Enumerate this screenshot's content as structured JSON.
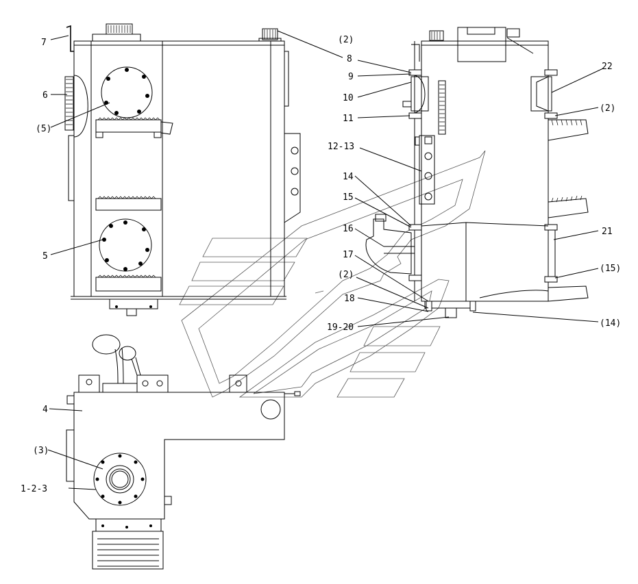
{
  "diagram": {
    "labels": [
      {
        "id": "7",
        "text": "7"
      },
      {
        "id": "6",
        "text": "6"
      },
      {
        "id": "5a",
        "text": "(5)"
      },
      {
        "id": "5",
        "text": "5"
      },
      {
        "id": "8",
        "text": "8"
      },
      {
        "id": "4",
        "text": "4"
      },
      {
        "id": "3",
        "text": "(3)"
      },
      {
        "id": "123",
        "text": "1-2-3"
      },
      {
        "id": "2a",
        "text": "(2)"
      },
      {
        "id": "9",
        "text": "9"
      },
      {
        "id": "10",
        "text": "10"
      },
      {
        "id": "11",
        "text": "11"
      },
      {
        "id": "1213",
        "text": "12-13"
      },
      {
        "id": "14a",
        "text": "14"
      },
      {
        "id": "15",
        "text": "15"
      },
      {
        "id": "16",
        "text": "16"
      },
      {
        "id": "17",
        "text": "17"
      },
      {
        "id": "2b",
        "text": "(2)"
      },
      {
        "id": "18",
        "text": "18"
      },
      {
        "id": "1920",
        "text": "19-20"
      },
      {
        "id": "22",
        "text": "22"
      },
      {
        "id": "2c",
        "text": "(2)"
      },
      {
        "id": "21",
        "text": "21"
      },
      {
        "id": "15b",
        "text": "(15)"
      },
      {
        "id": "14b",
        "text": "(14)"
      }
    ]
  }
}
